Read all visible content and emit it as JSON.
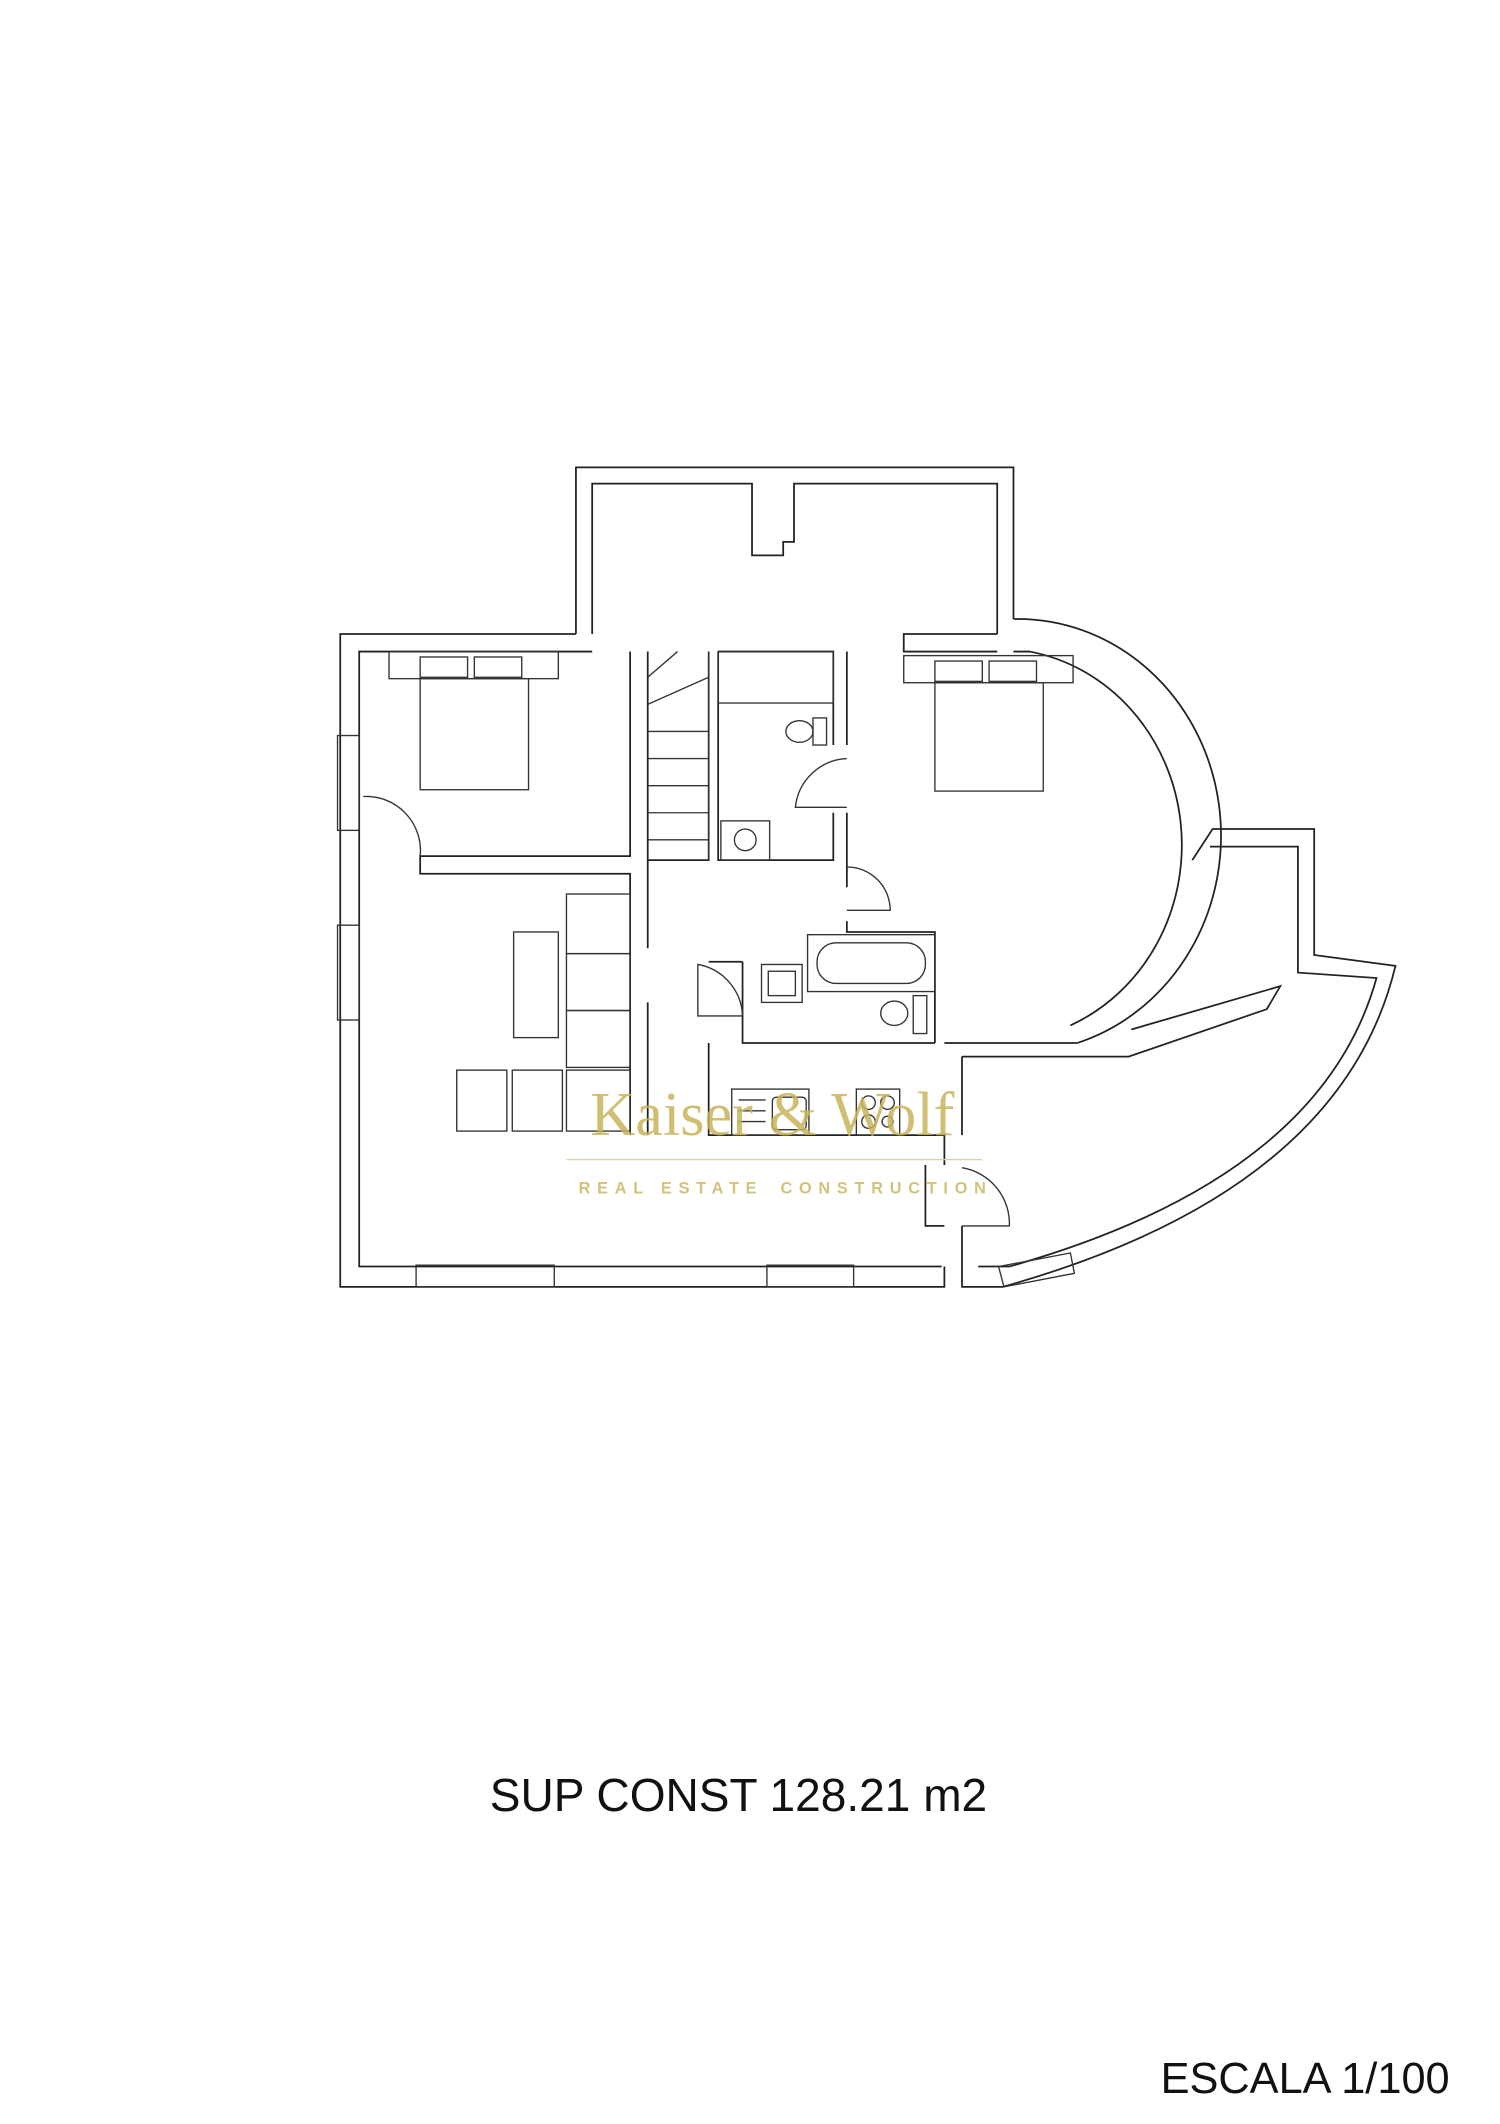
{
  "plan": {
    "surface_label": "SUP CONST 128.21 m2",
    "scale_label": "ESCALA 1/100"
  },
  "watermark": {
    "brand": "Kaiser & Wolf",
    "tagline_left": "REAL ESTATE",
    "tagline_right": "CONSTRUCTION",
    "color": "#c8b45a"
  }
}
